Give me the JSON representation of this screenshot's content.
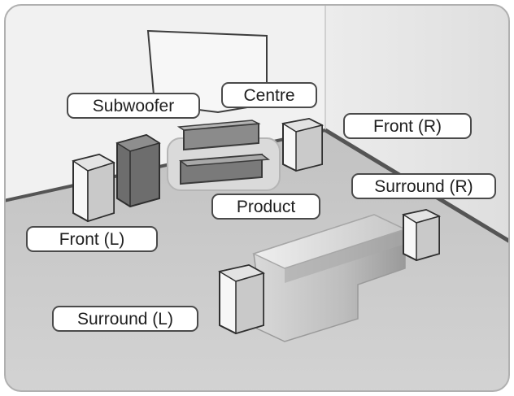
{
  "diagram": {
    "labels": {
      "subwoofer": "Subwoofer",
      "centre": "Centre",
      "front_r": "Front (R)",
      "product": "Product",
      "surround_r": "Surround (R)",
      "front_l": "Front (L)",
      "surround_l": "Surround (L)"
    },
    "colors": {
      "back_wall": "#f1f1f1",
      "right_wall": "#e4e4e4",
      "floor": "#c9c9c9",
      "frame_border": "#b0b0b0",
      "speaker_white": "#f7f7f7",
      "speaker_dark": "#6d6d6d",
      "label_border": "#4a4a4a"
    }
  }
}
